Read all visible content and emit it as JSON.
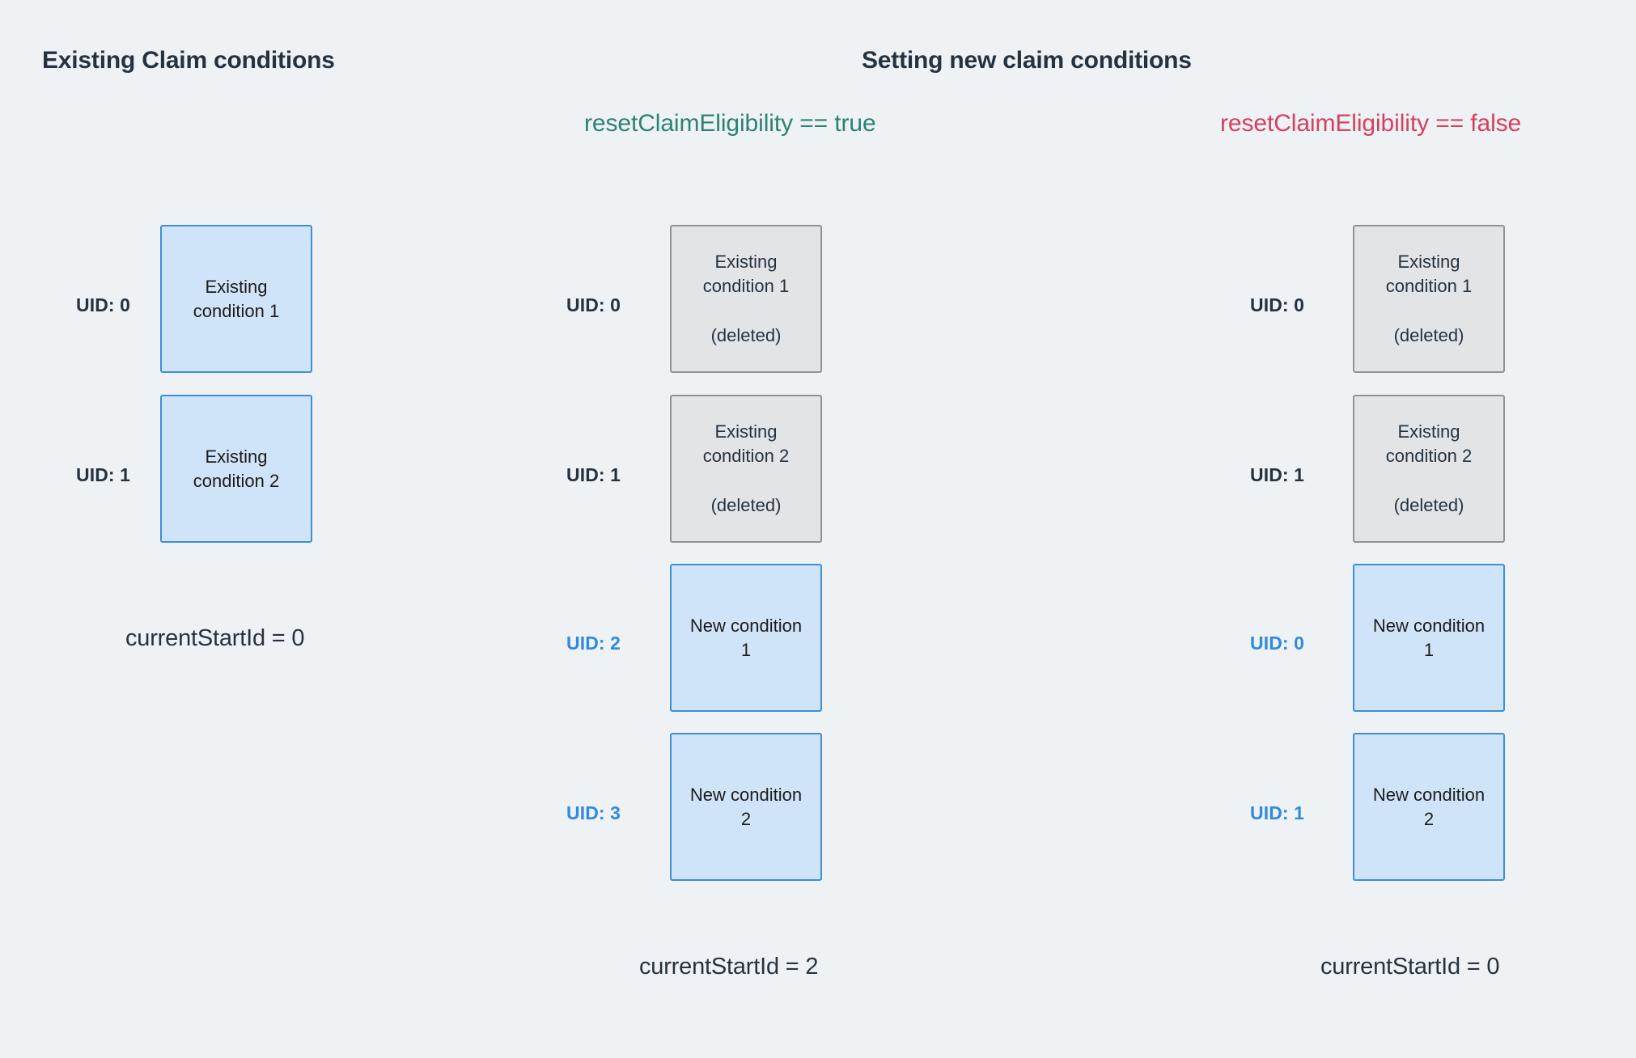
{
  "background_color": "#eff2f5",
  "colors": {
    "heading": "#253341",
    "true_expr": "#2d8274",
    "false_expr": "#d6405f",
    "uid_blue": "#2f8ae0",
    "box_blue_fill": "#cfe4f8",
    "box_blue_border": "#3d8fd8",
    "box_grey_fill": "#e2e4e6",
    "box_grey_border": "#8d9499"
  },
  "columns": {
    "left": {
      "title": "Existing Claim conditions",
      "rows": [
        {
          "uid_label": "UID: 0",
          "uid_style": "dark",
          "box_style": "blue",
          "title": "Existing\ncondition 1",
          "sub": ""
        },
        {
          "uid_label": "UID: 1",
          "uid_style": "dark",
          "box_style": "blue",
          "title": "Existing\ncondition 2",
          "sub": ""
        }
      ],
      "footer": "currentStartId = 0"
    },
    "middle": {
      "title": "Setting new claim conditions",
      "expression": "resetClaimEligibility == true",
      "rows": [
        {
          "uid_label": "UID: 0",
          "uid_style": "dark",
          "box_style": "grey",
          "title": "Existing\ncondition 1",
          "sub": "(deleted)"
        },
        {
          "uid_label": "UID: 1",
          "uid_style": "dark",
          "box_style": "grey",
          "title": "Existing\ncondition 2",
          "sub": "(deleted)"
        },
        {
          "uid_label": "UID: 2",
          "uid_style": "blue",
          "box_style": "blue",
          "title": "New condition\n1",
          "sub": ""
        },
        {
          "uid_label": "UID: 3",
          "uid_style": "blue",
          "box_style": "blue",
          "title": "New condition\n2",
          "sub": ""
        }
      ],
      "footer": "currentStartId = 2"
    },
    "right": {
      "expression": "resetClaimEligibility == false",
      "rows": [
        {
          "uid_label": "UID: 0",
          "uid_style": "dark",
          "box_style": "grey",
          "title": "Existing\ncondition 1",
          "sub": "(deleted)"
        },
        {
          "uid_label": "UID: 1",
          "uid_style": "dark",
          "box_style": "grey",
          "title": "Existing\ncondition 2",
          "sub": "(deleted)"
        },
        {
          "uid_label": "UID: 0",
          "uid_style": "blue",
          "box_style": "blue",
          "title": "New condition\n1",
          "sub": ""
        },
        {
          "uid_label": "UID: 1",
          "uid_style": "blue",
          "box_style": "blue",
          "title": "New condition\n2",
          "sub": ""
        }
      ],
      "footer": "currentStartId = 0"
    }
  }
}
